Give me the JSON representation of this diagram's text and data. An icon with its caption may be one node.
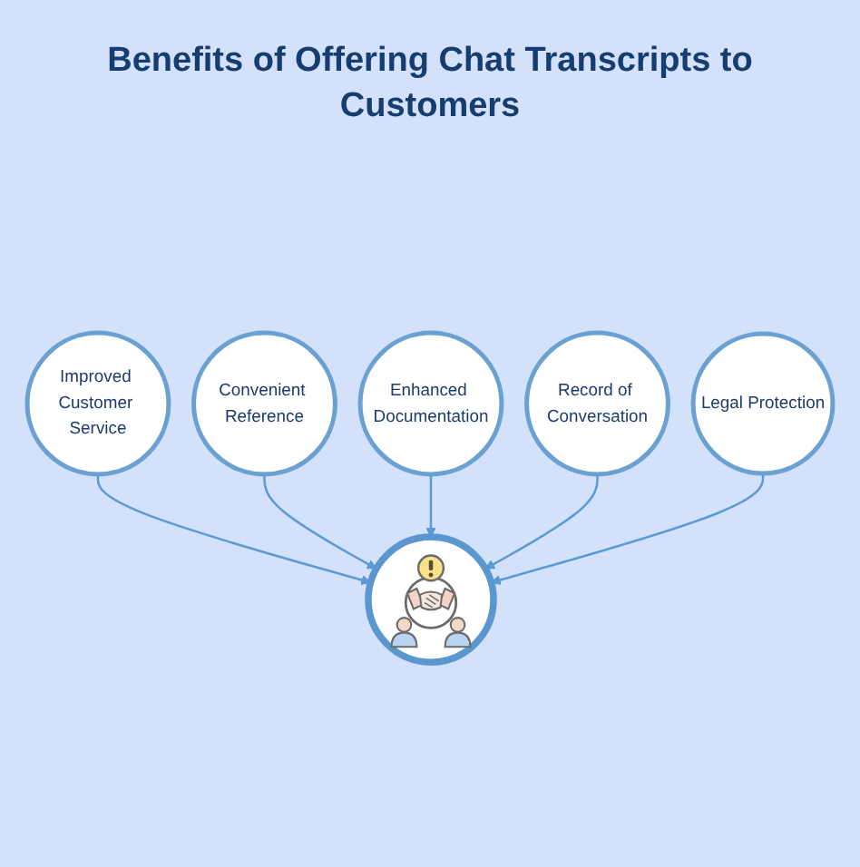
{
  "diagram": {
    "title": "Benefits of Offering Chat Transcripts to Customers",
    "nodes": [
      {
        "text": [
          "Improved Customer Service"
        ]
      },
      {
        "text": [
          "Convenient Reference"
        ]
      },
      {
        "text": [],
        "shape": "circle"
      },
      {
        "text": [
          "Enhanced Documentation"
        ]
      },
      {
        "text": [
          "Record of Conversation"
        ]
      },
      {
        "text": [
          "Legal Protection"
        ]
      }
    ],
    "edges": [
      {
        "from": 0,
        "to": 2,
        "arrow": "to"
      },
      {
        "from": 1,
        "to": 2,
        "arrow": "to"
      },
      {
        "from": 3,
        "to": 2,
        "arrow": "to"
      },
      {
        "from": 4,
        "to": 2,
        "arrow": "to"
      },
      {
        "from": 5,
        "to": 2,
        "arrow": "to"
      }
    ]
  }
}
